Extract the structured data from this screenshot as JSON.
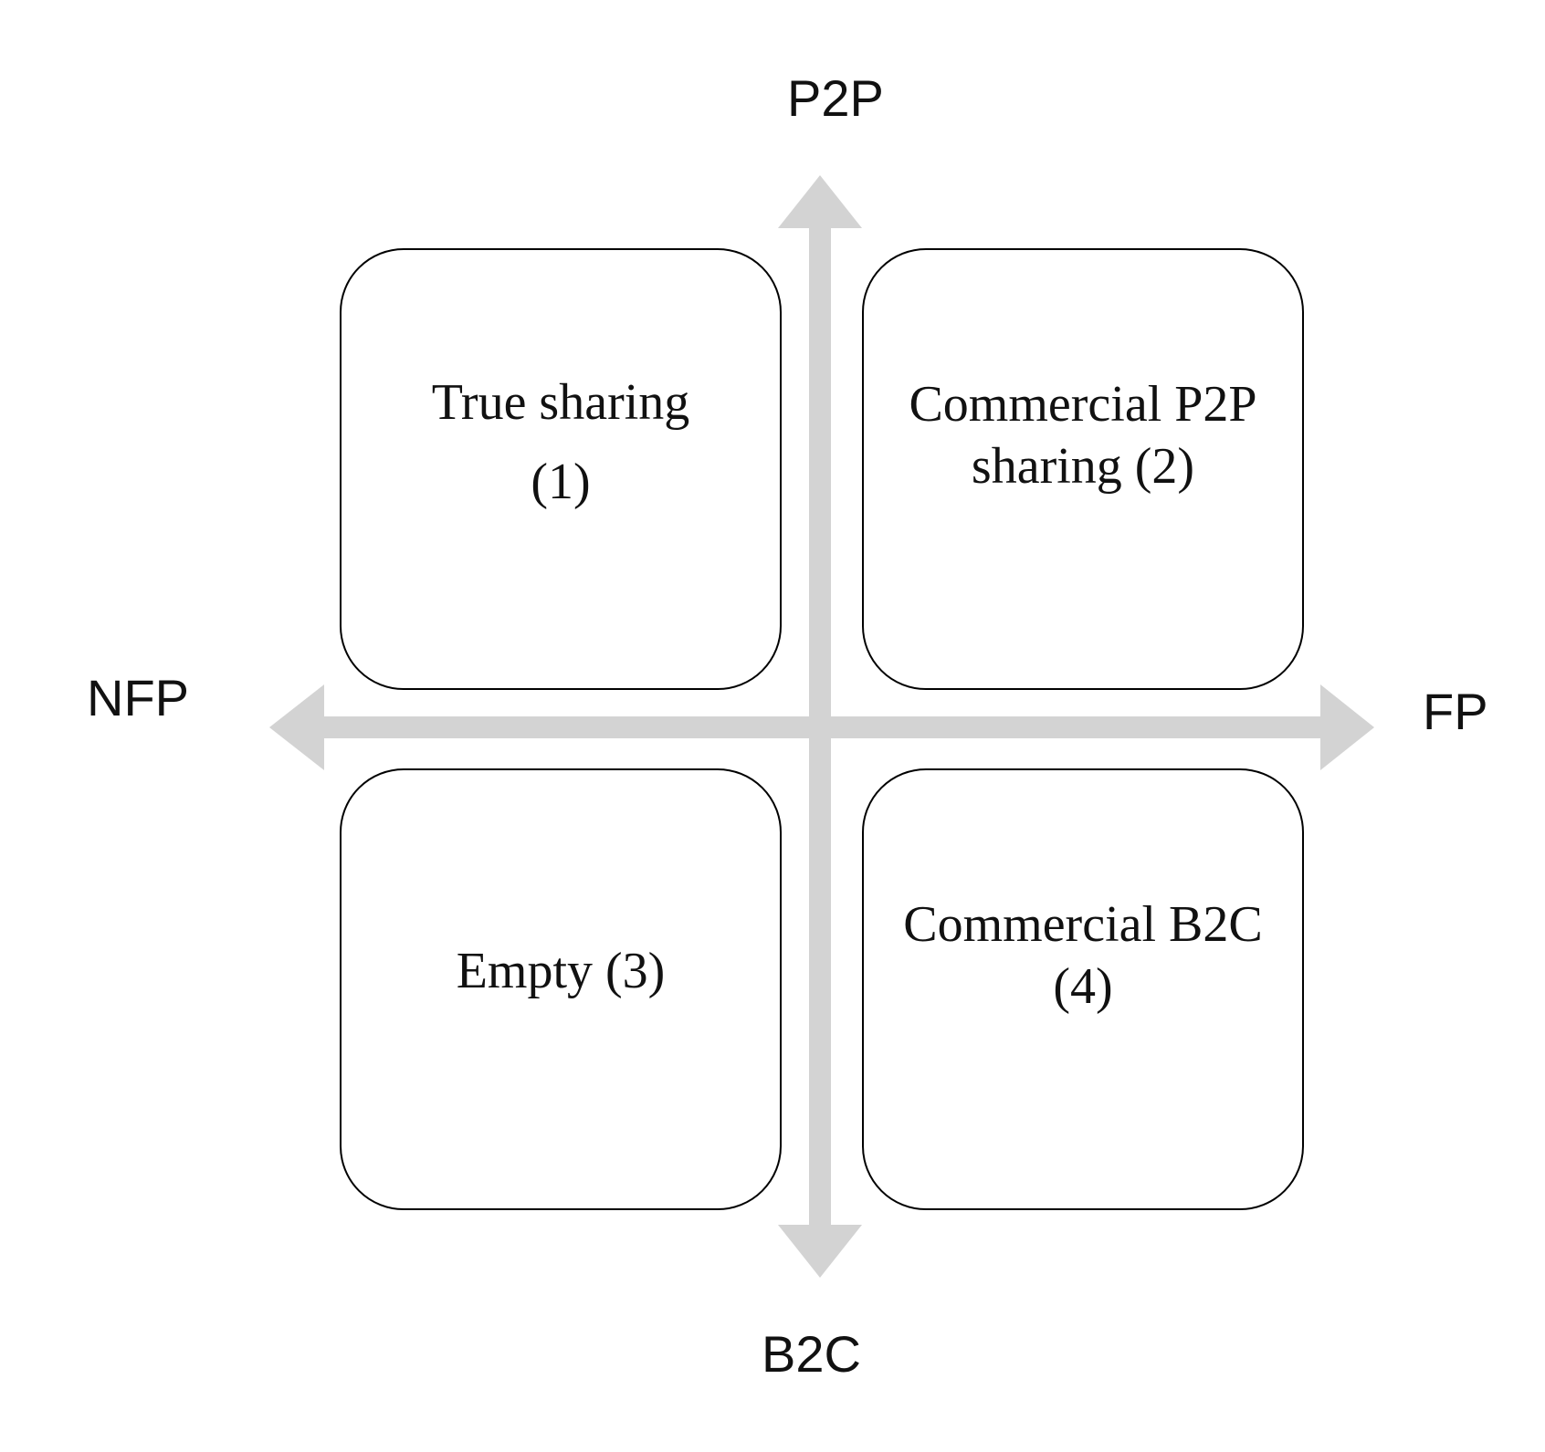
{
  "axes": {
    "top_label": "P2P",
    "bottom_label": "B2C",
    "left_label": "NFP",
    "right_label": "FP",
    "arrow_color": "#d3d3d3"
  },
  "quadrants": [
    {
      "id": 1,
      "label": "True sharing (1)"
    },
    {
      "id": 2,
      "label": "Commercial P2P sharing (2)"
    },
    {
      "id": 3,
      "label": "Empty (3)"
    },
    {
      "id": 4,
      "label": "Commercial B2C (4)"
    }
  ]
}
